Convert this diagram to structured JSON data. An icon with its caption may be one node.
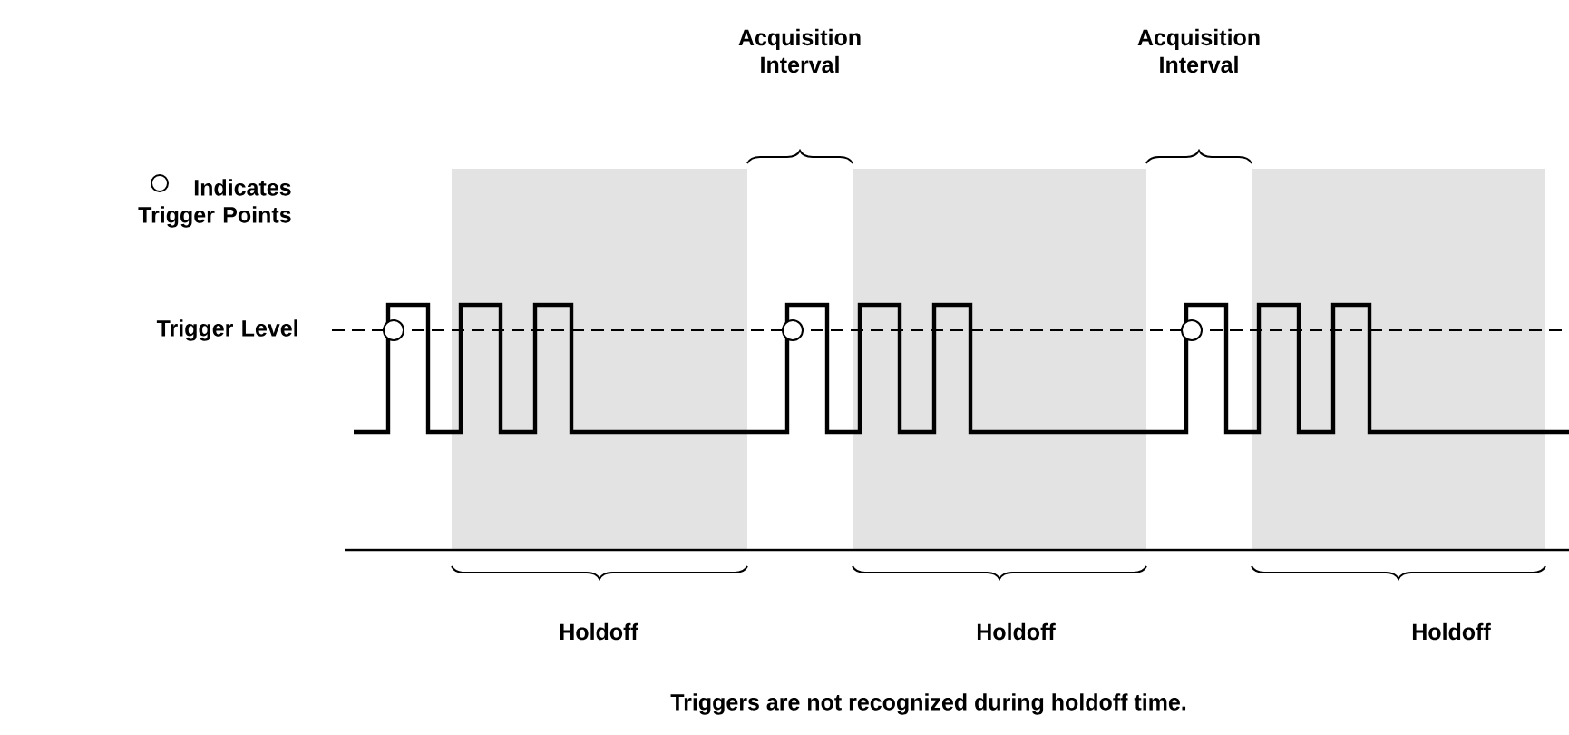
{
  "diagram": {
    "caption": "Triggers are not recognized during holdoff time.",
    "labels": [
      "Acquisition Interval",
      "Acquisition Interval",
      "Indicates Trigger Points",
      "Trigger Level",
      "Holdoff",
      "Holdoff",
      "Holdoff"
    ]
  }
}
